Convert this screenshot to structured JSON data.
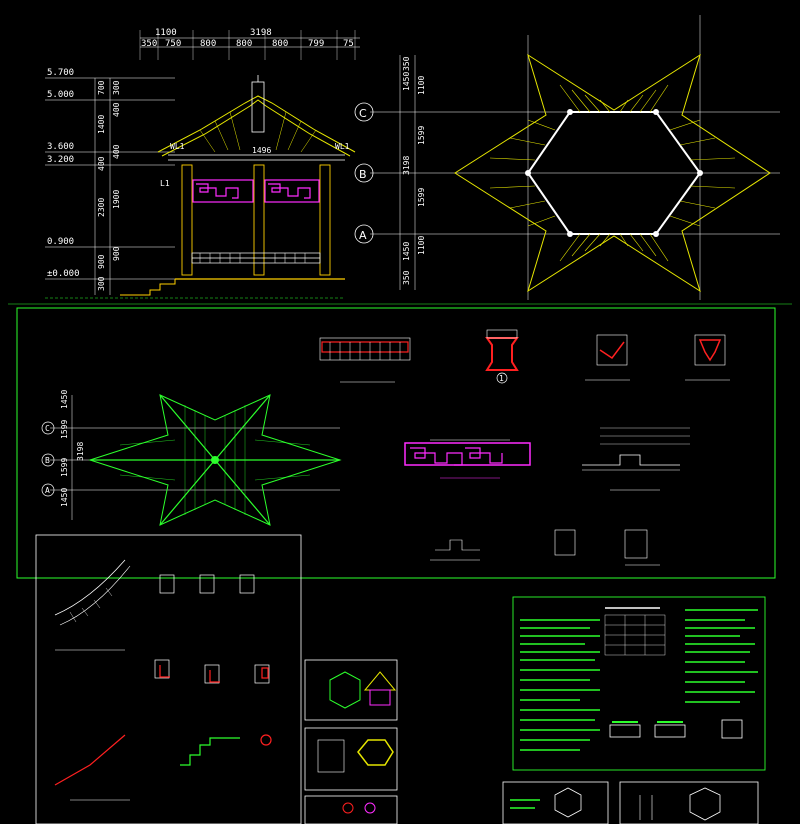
{
  "colors": {
    "background": "#000000",
    "frame": "#2cff2c",
    "dimension": "#ffffff",
    "roof_hatch": "#e6e600",
    "lattice": "#ff2cff",
    "structure": "#ffd000",
    "accent_red": "#ff2020",
    "note_text": "#2cff2c"
  },
  "elevation": {
    "top_dims": [
      "1100",
      "3198"
    ],
    "sub_dims": [
      "350",
      "750",
      "800",
      "800",
      "800",
      "799",
      "75"
    ],
    "levels": [
      "5.700",
      "5.000",
      "3.600",
      "3.200",
      "0.900",
      "±0.000"
    ],
    "left_dims": [
      "700",
      "300",
      "400",
      "1400",
      "400",
      "400",
      "2300",
      "1900",
      "900",
      "900",
      "300"
    ],
    "roof_labels": [
      "WL1",
      "WL1",
      "1496",
      "L1"
    ]
  },
  "roof_plan": {
    "axes": [
      "C",
      "B",
      "A"
    ],
    "right_dims": [
      "350",
      "1450",
      "1100",
      "1599",
      "3198",
      "1599",
      "1100",
      "1450",
      "350"
    ]
  },
  "framing_plan": {
    "axes": [
      "C",
      "B",
      "A"
    ],
    "left_dims": [
      "1450",
      "1599",
      "3198",
      "1599",
      "1450"
    ]
  },
  "detail_labels": {
    "section_marker": "1"
  }
}
